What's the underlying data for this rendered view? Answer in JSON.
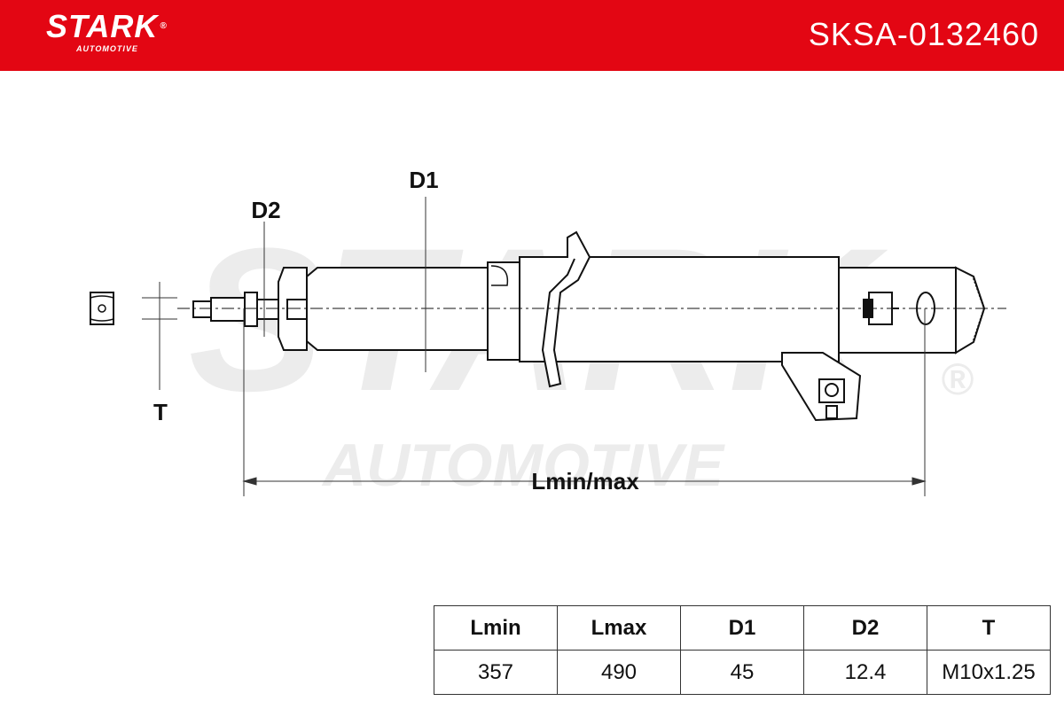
{
  "header": {
    "brand": "STARK",
    "brand_sub": "AUTOMOTIVE",
    "part_number": "SKSA-0132460",
    "background_color": "#e30613"
  },
  "watermark": {
    "main": "STARK",
    "sub": "AUTOMOTIVE",
    "mark": "®"
  },
  "diagram": {
    "labels": {
      "d1": "D1",
      "d2": "D2",
      "t": "T",
      "length": "Lmin/max"
    }
  },
  "specs": {
    "headers": [
      "Lmin",
      "Lmax",
      "D1",
      "D2",
      "T"
    ],
    "values": [
      "357",
      "490",
      "45",
      "12.4",
      "M10x1.25"
    ]
  }
}
